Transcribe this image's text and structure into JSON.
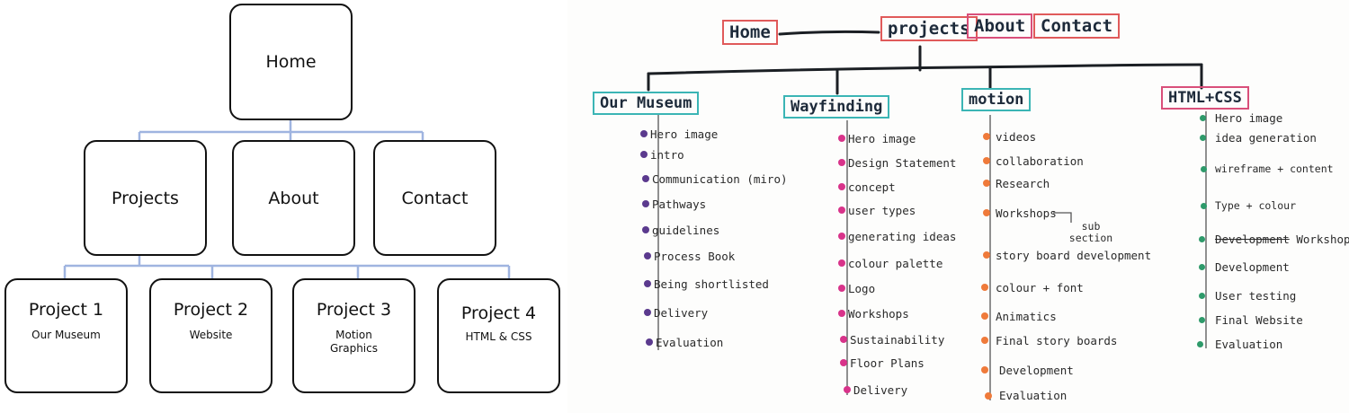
{
  "digital_sitemap": {
    "home": "Home",
    "sections": [
      "Projects",
      "About",
      "Contact"
    ],
    "projects": [
      {
        "title": "Project 1",
        "subtitle": "Our Museum"
      },
      {
        "title": "Project 2",
        "subtitle": "Website"
      },
      {
        "title": "Project 3",
        "subtitle": "Motion Graphics"
      },
      {
        "title": "Project 4",
        "subtitle": "HTML & CSS"
      }
    ],
    "colors": {
      "box_border": "#111111",
      "connector": "#9fb4e0"
    }
  },
  "sketch_sitemap": {
    "nav": [
      {
        "label": "Home",
        "color": "#e05a5a"
      },
      {
        "label": "projects",
        "color": "#e05a5a"
      },
      {
        "label": "About",
        "color": "#d94f7a"
      },
      {
        "label": "Contact",
        "color": "#e05a5a"
      }
    ],
    "columns": [
      {
        "label": "Our Museum",
        "color": "#3bb5b5",
        "dot": "#5b3a8e",
        "items": [
          "Hero image",
          "intro",
          "Communication (miro)",
          "Pathways",
          "guidelines",
          "Process Book",
          "Being shortlisted",
          "Delivery",
          "Evaluation"
        ]
      },
      {
        "label": "Wayfinding",
        "color": "#3bb5b5",
        "dot": "#d8338a",
        "items": [
          "Hero image",
          "Design Statement",
          "concept",
          "user types",
          "generating ideas",
          "colour palette",
          "Logo",
          "Workshops",
          "Sustainability",
          "Floor Plans",
          "Delivery"
        ]
      },
      {
        "label": "motion",
        "color": "#3bb5b5",
        "dot": "#ef7a3a",
        "items": [
          "videos",
          "collaboration",
          "Research",
          "Workshops",
          "story board development",
          "colour + font",
          "Animatics",
          "Final story boards",
          "Development",
          "Evaluation"
        ],
        "sub_note": "sub section"
      },
      {
        "label": "HTML+CSS",
        "color": "#d94f7a",
        "dot": "#2e9a6a",
        "items": [
          "Hero image",
          "idea generation",
          "wireframe + content",
          "Type + colour",
          "Development",
          "Development",
          "User testing",
          "Final Website",
          "Evaluation"
        ],
        "struck_text": "Development",
        "after_strike": "Workshops"
      }
    ]
  }
}
